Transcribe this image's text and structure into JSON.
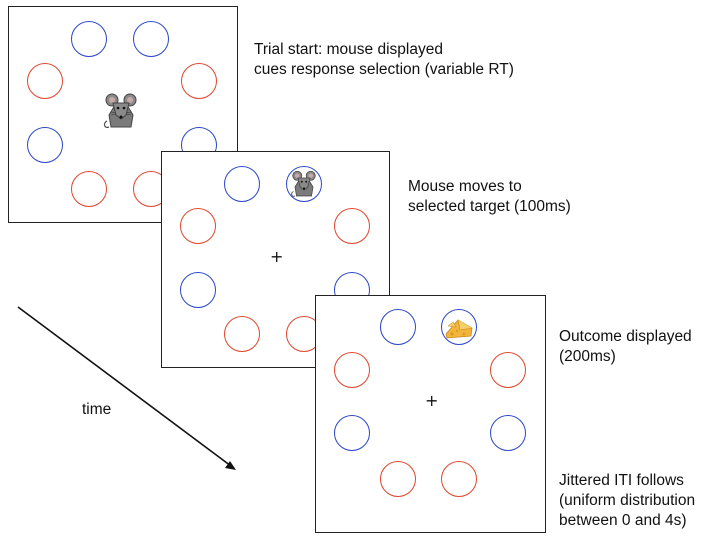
{
  "captions": {
    "step1": [
      "Trial start: mouse displayed",
      "cues response selection (variable RT)"
    ],
    "step2": [
      "Mouse moves to",
      "selected target (100ms)"
    ],
    "step3": [
      "Outcome displayed",
      "(200ms)"
    ],
    "step4": [
      "Jittered ITI follows",
      "(uniform distribution",
      "between 0 and 4s)"
    ]
  },
  "fixation": "+",
  "time_label": "time",
  "colors": {
    "blue_target": "#2a46c8",
    "red_target": "#e0452c",
    "mouse": "#7b7b7b",
    "cheese": "#f2b43a"
  },
  "icons": {
    "mouse": "mouse-icon",
    "cheese": "cheese-icon",
    "arrow": "time-arrow"
  }
}
